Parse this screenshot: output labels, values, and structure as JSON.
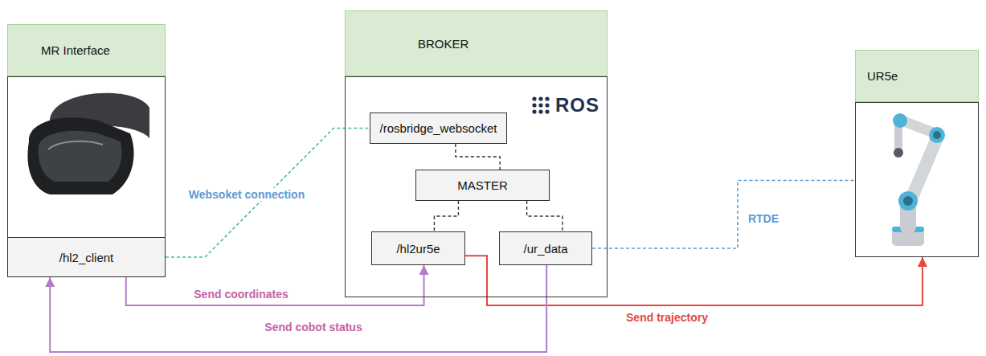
{
  "diagram": {
    "nodes": [
      {
        "text": [
          "MR Interface"
        ]
      },
      {
        "text": [
          "/hl2_client"
        ],
        "in": 0
      },
      {
        "text": [
          "BROKER",
          "ROS"
        ]
      },
      {
        "text": [
          "/rosbridge_websocket"
        ],
        "in": 2
      },
      {
        "text": [
          "MASTER"
        ],
        "in": 2
      },
      {
        "text": [
          "/hl2ur5e"
        ],
        "in": 2
      },
      {
        "text": [
          "/ur_data"
        ],
        "in": 2
      },
      {
        "text": [
          "UR5e"
        ]
      }
    ],
    "edges": [
      {
        "from": 1,
        "to": 3,
        "arrow": "none",
        "label": "Websoket connection"
      },
      {
        "from": 3,
        "to": 4,
        "arrow": "none"
      },
      {
        "from": 4,
        "to": 5,
        "arrow": "none"
      },
      {
        "from": 4,
        "to": 6,
        "arrow": "none"
      },
      {
        "from": 6,
        "to": 7,
        "arrow": "none",
        "label": "RTDE"
      },
      {
        "from": 1,
        "to": 5,
        "arrow": "to",
        "label": "Send coordinates"
      },
      {
        "from": 5,
        "to": 7,
        "arrow": "to",
        "label": "Send trajectory"
      },
      {
        "from": 6,
        "to": 1,
        "arrow": "to",
        "label": "Send cobot status"
      }
    ]
  }
}
